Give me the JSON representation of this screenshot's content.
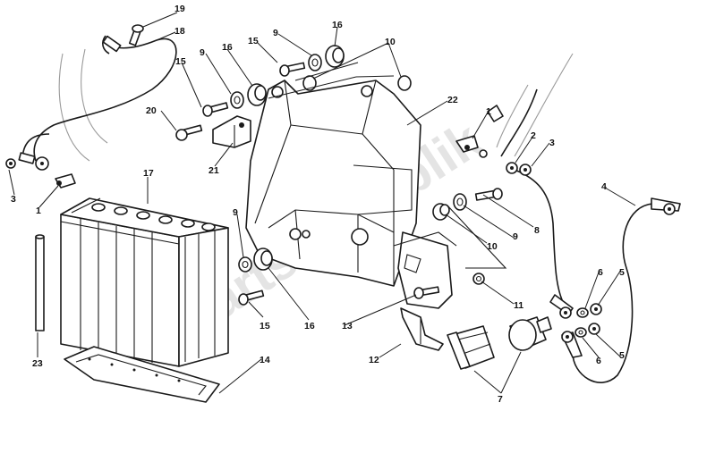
{
  "watermark": "PartsRepublik",
  "callouts": [
    {
      "id": "c19",
      "text": "19"
    },
    {
      "id": "c18",
      "text": "18"
    },
    {
      "id": "c16a",
      "text": "16"
    },
    {
      "id": "c9a",
      "text": "9"
    },
    {
      "id": "c15a",
      "text": "15"
    },
    {
      "id": "c10a",
      "text": "10"
    },
    {
      "id": "c9b",
      "text": "9"
    },
    {
      "id": "c16b",
      "text": "16"
    },
    {
      "id": "c15b",
      "text": "15"
    },
    {
      "id": "c20",
      "text": "20"
    },
    {
      "id": "c22",
      "text": "22"
    },
    {
      "id": "c1a",
      "text": "1"
    },
    {
      "id": "c2",
      "text": "2"
    },
    {
      "id": "c3a",
      "text": "3"
    },
    {
      "id": "c21",
      "text": "21"
    },
    {
      "id": "c3b",
      "text": "3"
    },
    {
      "id": "c1b",
      "text": "1"
    },
    {
      "id": "c17",
      "text": "17"
    },
    {
      "id": "c4",
      "text": "4"
    },
    {
      "id": "c9c",
      "text": "9"
    },
    {
      "id": "c8",
      "text": "8"
    },
    {
      "id": "c9d",
      "text": "9"
    },
    {
      "id": "c10b",
      "text": "10"
    },
    {
      "id": "c6a",
      "text": "6"
    },
    {
      "id": "c5a",
      "text": "5"
    },
    {
      "id": "c11",
      "text": "11"
    },
    {
      "id": "c15c",
      "text": "15"
    },
    {
      "id": "c16c",
      "text": "16"
    },
    {
      "id": "c13",
      "text": "13"
    },
    {
      "id": "c23",
      "text": "23"
    },
    {
      "id": "c14",
      "text": "14"
    },
    {
      "id": "c12",
      "text": "12"
    },
    {
      "id": "c6b",
      "text": "6"
    },
    {
      "id": "c5b",
      "text": "5"
    },
    {
      "id": "c7",
      "text": "7"
    }
  ]
}
